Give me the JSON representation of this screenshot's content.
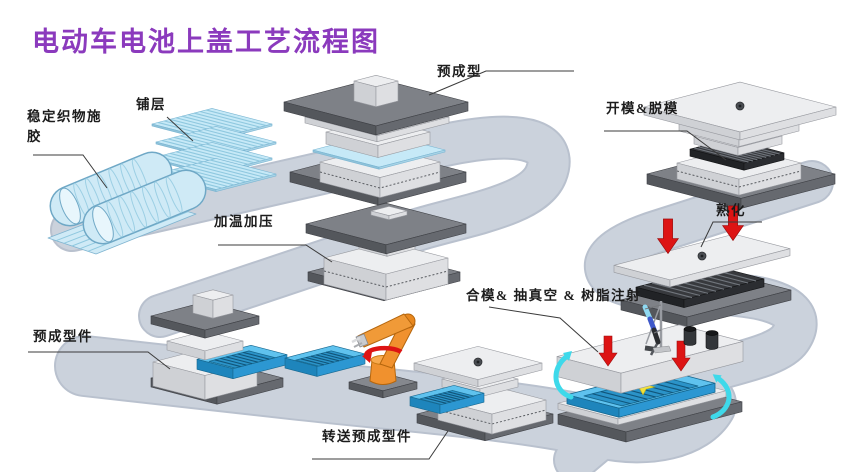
{
  "title": "电动车电池上盖工艺流程图",
  "labels": {
    "sizing": "稳定织物施胶",
    "layup": "铺层",
    "preform": "预成型",
    "heat_press": "加温加压",
    "demold": "开模&脱模",
    "cure": "熟化",
    "inject": "合模& 抽真空 & 树脂注射",
    "preform_part": "预成型件",
    "transfer": "转送预成型件"
  },
  "icons": {
    "press_arrow": "red-down-arrow-icon",
    "vacuum_arrow": "cyan-curved-arrow-icon",
    "rotate_arrow": "red-rotate-arrow-icon",
    "injection_point": "yellow-star-icon",
    "injector": "resin-injector-icon"
  },
  "colors": {
    "title": "#8B3ABD",
    "conveyor": "#CBD2DC",
    "conveyor_edge": "#B9C1CE",
    "part_blue": "#36A9E0",
    "part_blue_top": "#5FC2EE",
    "sheet_blue": "#CAEAF7",
    "robot_orange": "#F0912E",
    "arrow_red": "#DD1414",
    "arrow_cyan": "#3ED9EA",
    "dark_plate": "#7E8187",
    "light_block": "#EDEEF0",
    "mold_dark": "#37393D",
    "star_yellow": "#F2E23C"
  }
}
